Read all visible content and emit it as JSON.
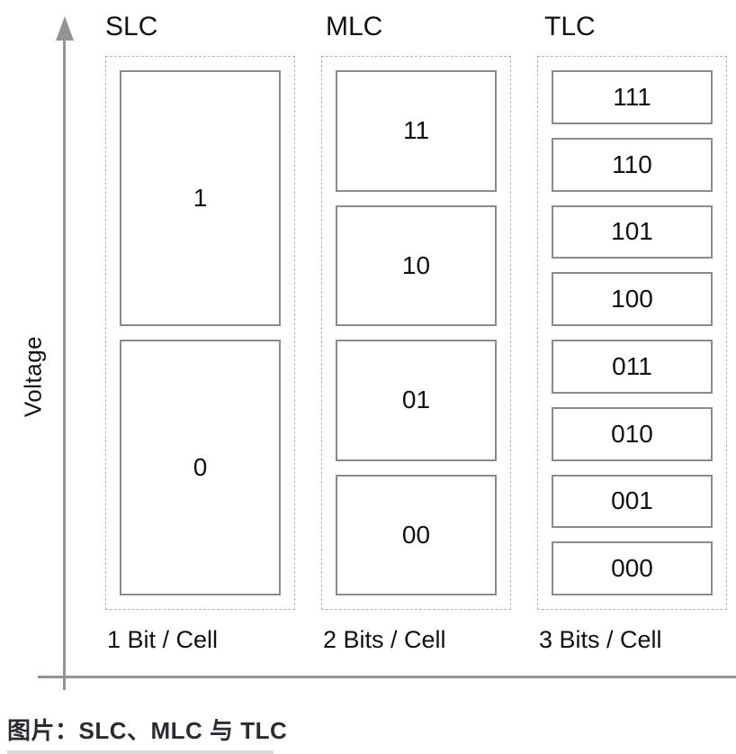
{
  "axis": {
    "y_label": "Voltage"
  },
  "columns": [
    {
      "title": "SLC",
      "footer": "1 Bit / Cell",
      "levels": [
        "1",
        "0"
      ]
    },
    {
      "title": "MLC",
      "footer": "2 Bits / Cell",
      "levels": [
        "11",
        "10",
        "01",
        "00"
      ]
    },
    {
      "title": "TLC",
      "footer": "3 Bits / Cell",
      "levels": [
        "111",
        "110",
        "101",
        "100",
        "011",
        "010",
        "001",
        "000"
      ]
    }
  ],
  "caption": "图片：SLC、MLC 与 TLC",
  "colors": {
    "axis": "#949494",
    "box_border": "#8b8b8b",
    "dashed_border": "#b4b4b4",
    "text": "#111111",
    "caption_text": "#2b2b33"
  }
}
